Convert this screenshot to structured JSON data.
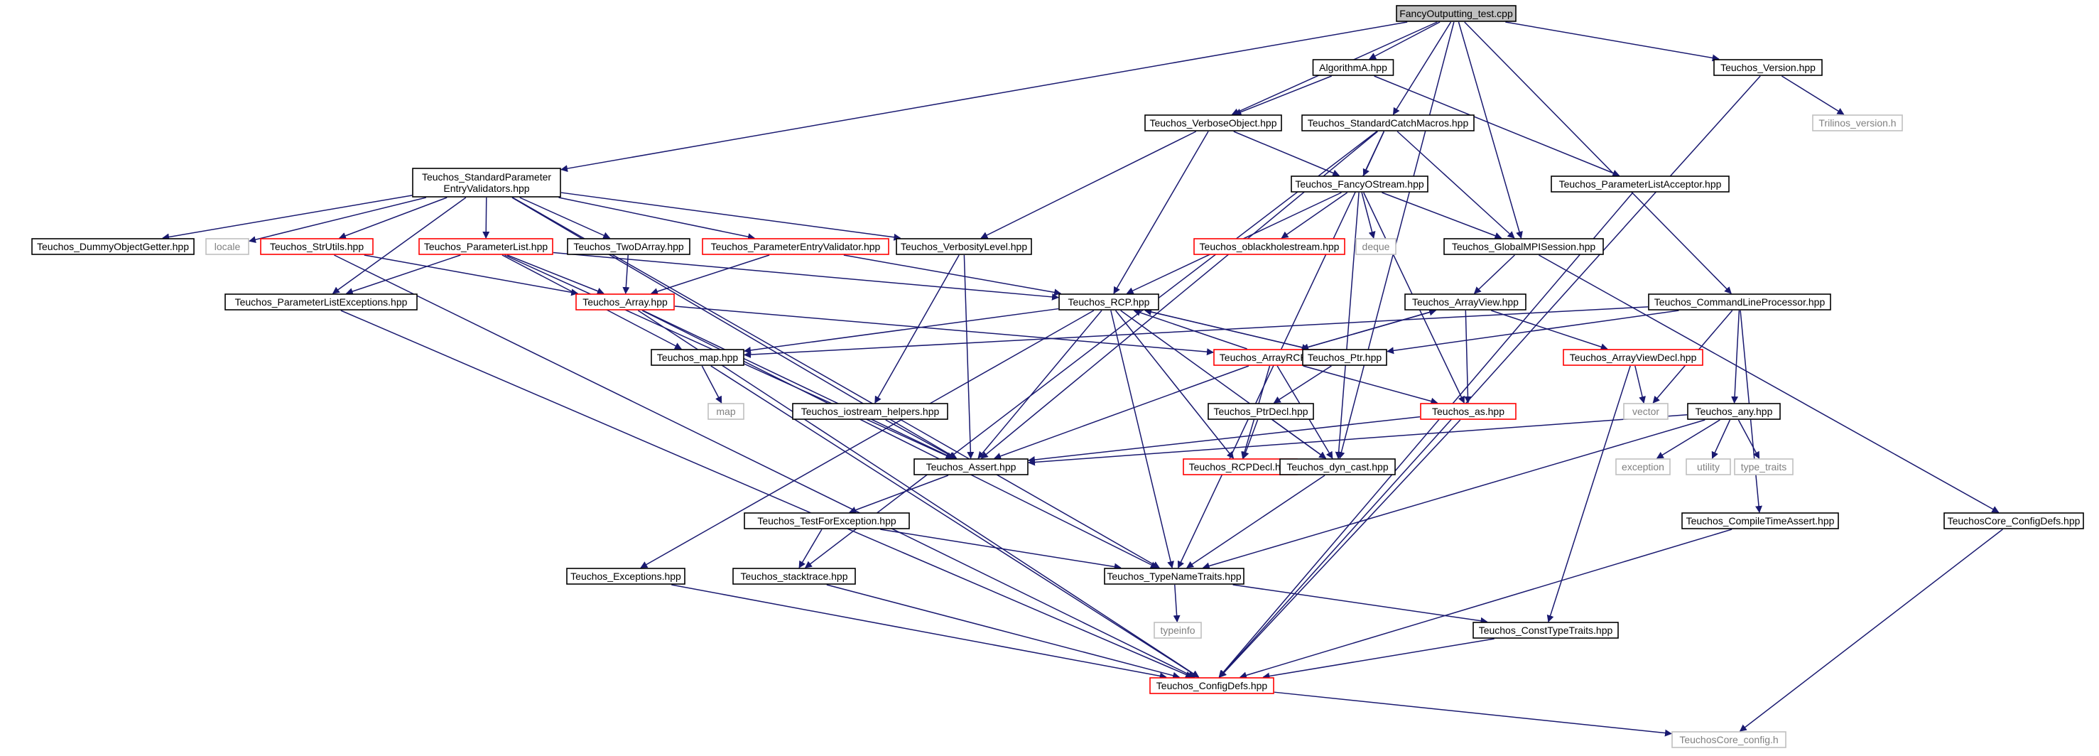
{
  "graph": {
    "nodes": [
      {
        "id": "fancy_test",
        "label": "FancyOutputting_test.cpp",
        "style": "root"
      },
      {
        "id": "algorithmA",
        "label": "AlgorithmA.hpp",
        "style": "normal"
      },
      {
        "id": "version",
        "label": "Teuchos_Version.hpp",
        "style": "normal"
      },
      {
        "id": "verbose_object",
        "label": "Teuchos_VerboseObject.hpp",
        "style": "normal"
      },
      {
        "id": "catch_macros",
        "label": "Teuchos_StandardCatchMacros.hpp",
        "style": "normal"
      },
      {
        "id": "trilinos_version",
        "label": "Trilinos_version.h",
        "style": "external"
      },
      {
        "id": "std_param_validators",
        "label": [
          "Teuchos_StandardParameter",
          "EntryValidators.hpp"
        ],
        "style": "normal"
      },
      {
        "id": "fancy_ostream",
        "label": "Teuchos_FancyOStream.hpp",
        "style": "normal"
      },
      {
        "id": "param_list_acceptor",
        "label": "Teuchos_ParameterListAcceptor.hpp",
        "style": "normal"
      },
      {
        "id": "dummy_object_getter",
        "label": "Teuchos_DummyObjectGetter.hpp",
        "style": "normal"
      },
      {
        "id": "locale",
        "label": "locale",
        "style": "external"
      },
      {
        "id": "str_utils",
        "label": "Teuchos_StrUtils.hpp",
        "style": "truncated"
      },
      {
        "id": "parameter_list",
        "label": "Teuchos_ParameterList.hpp",
        "style": "truncated"
      },
      {
        "id": "two_d_array",
        "label": "Teuchos_TwoDArray.hpp",
        "style": "normal"
      },
      {
        "id": "param_entry_validator",
        "label": "Teuchos_ParameterEntryValidator.hpp",
        "style": "truncated"
      },
      {
        "id": "verbosity_level",
        "label": "Teuchos_VerbosityLevel.hpp",
        "style": "normal"
      },
      {
        "id": "oblackhole",
        "label": "Teuchos_oblackholestream.hpp",
        "style": "truncated"
      },
      {
        "id": "deque",
        "label": "deque",
        "style": "external"
      },
      {
        "id": "global_mpi",
        "label": "Teuchos_GlobalMPISession.hpp",
        "style": "normal"
      },
      {
        "id": "param_list_exceptions",
        "label": "Teuchos_ParameterListExceptions.hpp",
        "style": "normal"
      },
      {
        "id": "array",
        "label": "Teuchos_Array.hpp",
        "style": "truncated"
      },
      {
        "id": "rcp",
        "label": "Teuchos_RCP.hpp",
        "style": "normal"
      },
      {
        "id": "array_view",
        "label": "Teuchos_ArrayView.hpp",
        "style": "normal"
      },
      {
        "id": "cmdline_processor",
        "label": "Teuchos_CommandLineProcessor.hpp",
        "style": "normal"
      },
      {
        "id": "map_hpp",
        "label": "Teuchos_map.hpp",
        "style": "normal"
      },
      {
        "id": "array_rcp",
        "label": "Teuchos_ArrayRCP.hpp",
        "style": "truncated"
      },
      {
        "id": "ptr",
        "label": "Teuchos_Ptr.hpp",
        "style": "normal"
      },
      {
        "id": "array_view_decl",
        "label": "Teuchos_ArrayViewDecl.hpp",
        "style": "truncated"
      },
      {
        "id": "map",
        "label": "map",
        "style": "external"
      },
      {
        "id": "iostream_helpers",
        "label": "Teuchos_iostream_helpers.hpp",
        "style": "normal"
      },
      {
        "id": "ptr_decl",
        "label": "Teuchos_PtrDecl.hpp",
        "style": "normal"
      },
      {
        "id": "as_hpp",
        "label": "Teuchos_as.hpp",
        "style": "truncated"
      },
      {
        "id": "vector",
        "label": "vector",
        "style": "external"
      },
      {
        "id": "any_hpp",
        "label": "Teuchos_any.hpp",
        "style": "normal"
      },
      {
        "id": "assert_hpp",
        "label": "Teuchos_Assert.hpp",
        "style": "normal"
      },
      {
        "id": "rcp_decl",
        "label": "Teuchos_RCPDecl.hpp",
        "style": "truncated"
      },
      {
        "id": "dyn_cast",
        "label": "Teuchos_dyn_cast.hpp",
        "style": "normal"
      },
      {
        "id": "exception",
        "label": "exception",
        "style": "external"
      },
      {
        "id": "utility",
        "label": "utility",
        "style": "external"
      },
      {
        "id": "type_traits",
        "label": "type_traits",
        "style": "external"
      },
      {
        "id": "test_for_exception",
        "label": "Teuchos_TestForException.hpp",
        "style": "normal"
      },
      {
        "id": "compile_time_assert",
        "label": "Teuchos_CompileTimeAssert.hpp",
        "style": "normal"
      },
      {
        "id": "core_config_defs",
        "label": "TeuchosCore_ConfigDefs.hpp",
        "style": "normal"
      },
      {
        "id": "exceptions",
        "label": "Teuchos_Exceptions.hpp",
        "style": "normal"
      },
      {
        "id": "stacktrace",
        "label": "Teuchos_stacktrace.hpp",
        "style": "normal"
      },
      {
        "id": "type_name_traits",
        "label": "Teuchos_TypeNameTraits.hpp",
        "style": "normal"
      },
      {
        "id": "typeinfo",
        "label": "typeinfo",
        "style": "external"
      },
      {
        "id": "const_type_traits",
        "label": "Teuchos_ConstTypeTraits.hpp",
        "style": "normal"
      },
      {
        "id": "config_defs",
        "label": "Teuchos_ConfigDefs.hpp",
        "style": "truncated"
      },
      {
        "id": "core_config_h",
        "label": "TeuchosCore_config.h",
        "style": "external"
      }
    ],
    "edges": [
      [
        "fancy_test",
        "algorithmA"
      ],
      [
        "fancy_test",
        "version"
      ],
      [
        "fancy_test",
        "verbose_object"
      ],
      [
        "fancy_test",
        "catch_macros"
      ],
      [
        "fancy_test",
        "std_param_validators"
      ],
      [
        "fancy_test",
        "global_mpi"
      ],
      [
        "fancy_test",
        "cmdline_processor"
      ],
      [
        "fancy_test",
        "dyn_cast"
      ],
      [
        "algorithmA",
        "verbose_object"
      ],
      [
        "algorithmA",
        "param_list_acceptor"
      ],
      [
        "version",
        "trilinos_version"
      ],
      [
        "version",
        "config_defs"
      ],
      [
        "verbose_object",
        "fancy_ostream"
      ],
      [
        "verbose_object",
        "verbosity_level"
      ],
      [
        "verbose_object",
        "rcp"
      ],
      [
        "catch_macros",
        "fancy_ostream"
      ],
      [
        "catch_macros",
        "global_mpi"
      ],
      [
        "catch_macros",
        "assert_hpp"
      ],
      [
        "catch_macros",
        "stacktrace"
      ],
      [
        "catch_macros",
        "type_name_traits"
      ],
      [
        "std_param_validators",
        "dummy_object_getter"
      ],
      [
        "std_param_validators",
        "locale"
      ],
      [
        "std_param_validators",
        "str_utils"
      ],
      [
        "std_param_validators",
        "parameter_list"
      ],
      [
        "std_param_validators",
        "two_d_array"
      ],
      [
        "std_param_validators",
        "param_entry_validator"
      ],
      [
        "std_param_validators",
        "verbosity_level"
      ],
      [
        "std_param_validators",
        "param_list_exceptions"
      ],
      [
        "std_param_validators",
        "assert_hpp"
      ],
      [
        "std_param_validators",
        "type_name_traits"
      ],
      [
        "fancy_ostream",
        "global_mpi"
      ],
      [
        "fancy_ostream",
        "oblackhole"
      ],
      [
        "fancy_ostream",
        "deque"
      ],
      [
        "fancy_ostream",
        "rcp"
      ],
      [
        "fancy_ostream",
        "as_hpp"
      ],
      [
        "fancy_ostream",
        "dyn_cast"
      ],
      [
        "param_list_acceptor",
        "config_defs"
      ],
      [
        "str_utils",
        "array"
      ],
      [
        "str_utils",
        "config_defs"
      ],
      [
        "parameter_list",
        "param_list_exceptions"
      ],
      [
        "parameter_list",
        "array"
      ],
      [
        "parameter_list",
        "rcp"
      ],
      [
        "parameter_list",
        "map_hpp"
      ],
      [
        "parameter_list",
        "assert_hpp"
      ],
      [
        "two_d_array",
        "array"
      ],
      [
        "param_entry_validator",
        "array"
      ],
      [
        "param_entry_validator",
        "rcp"
      ],
      [
        "verbosity_level",
        "iostream_helpers"
      ],
      [
        "verbosity_level",
        "assert_hpp"
      ],
      [
        "global_mpi",
        "array_view"
      ],
      [
        "global_mpi",
        "core_config_defs"
      ],
      [
        "param_list_exceptions",
        "config_defs"
      ],
      [
        "array",
        "assert_hpp"
      ],
      [
        "array",
        "array_rcp"
      ],
      [
        "array",
        "type_name_traits"
      ],
      [
        "array",
        "config_defs"
      ],
      [
        "rcp",
        "map_hpp"
      ],
      [
        "rcp",
        "assert_hpp"
      ],
      [
        "rcp",
        "ptr"
      ],
      [
        "rcp",
        "rcp_decl"
      ],
      [
        "rcp",
        "dyn_cast"
      ],
      [
        "rcp",
        "type_name_traits"
      ],
      [
        "rcp",
        "exceptions"
      ],
      [
        "array_view",
        "array_rcp"
      ],
      [
        "array_view",
        "array_view_decl"
      ],
      [
        "array_view",
        "as_hpp"
      ],
      [
        "cmdline_processor",
        "map_hpp"
      ],
      [
        "cmdline_processor",
        "ptr"
      ],
      [
        "cmdline_processor",
        "vector"
      ],
      [
        "cmdline_processor",
        "any_hpp"
      ],
      [
        "cmdline_processor",
        "compile_time_assert"
      ],
      [
        "map_hpp",
        "map"
      ],
      [
        "map_hpp",
        "config_defs"
      ],
      [
        "array_rcp",
        "rcp"
      ],
      [
        "array_rcp",
        "array_view"
      ],
      [
        "array_rcp",
        "assert_hpp"
      ],
      [
        "array_rcp",
        "rcp_decl"
      ],
      [
        "array_rcp",
        "dyn_cast"
      ],
      [
        "array_rcp",
        "as_hpp"
      ],
      [
        "ptr",
        "rcp"
      ],
      [
        "ptr",
        "ptr_decl"
      ],
      [
        "array_view_decl",
        "vector"
      ],
      [
        "array_view_decl",
        "const_type_traits"
      ],
      [
        "iostream_helpers",
        "assert_hpp"
      ],
      [
        "ptr_decl",
        "rcp_decl"
      ],
      [
        "ptr_decl",
        "dyn_cast"
      ],
      [
        "as_hpp",
        "assert_hpp"
      ],
      [
        "as_hpp",
        "config_defs"
      ],
      [
        "any_hpp",
        "assert_hpp"
      ],
      [
        "any_hpp",
        "exception"
      ],
      [
        "any_hpp",
        "utility"
      ],
      [
        "any_hpp",
        "type_traits"
      ],
      [
        "any_hpp",
        "type_name_traits"
      ],
      [
        "assert_hpp",
        "test_for_exception"
      ],
      [
        "dyn_cast",
        "type_name_traits"
      ],
      [
        "test_for_exception",
        "stacktrace"
      ],
      [
        "test_for_exception",
        "type_name_traits"
      ],
      [
        "compile_time_assert",
        "config_defs"
      ],
      [
        "core_config_defs",
        "core_config_h"
      ],
      [
        "exceptions",
        "config_defs"
      ],
      [
        "stacktrace",
        "config_defs"
      ],
      [
        "type_name_traits",
        "typeinfo"
      ],
      [
        "type_name_traits",
        "const_type_traits"
      ],
      [
        "const_type_traits",
        "config_defs"
      ],
      [
        "config_defs",
        "core_config_h"
      ]
    ]
  },
  "colors": {
    "edge": "#191970",
    "root_fill": "#bfbfbf",
    "normal_border": "#000000",
    "truncated_border": "#ff0000",
    "external_border": "#bfbfbf",
    "external_text": "#808080"
  }
}
